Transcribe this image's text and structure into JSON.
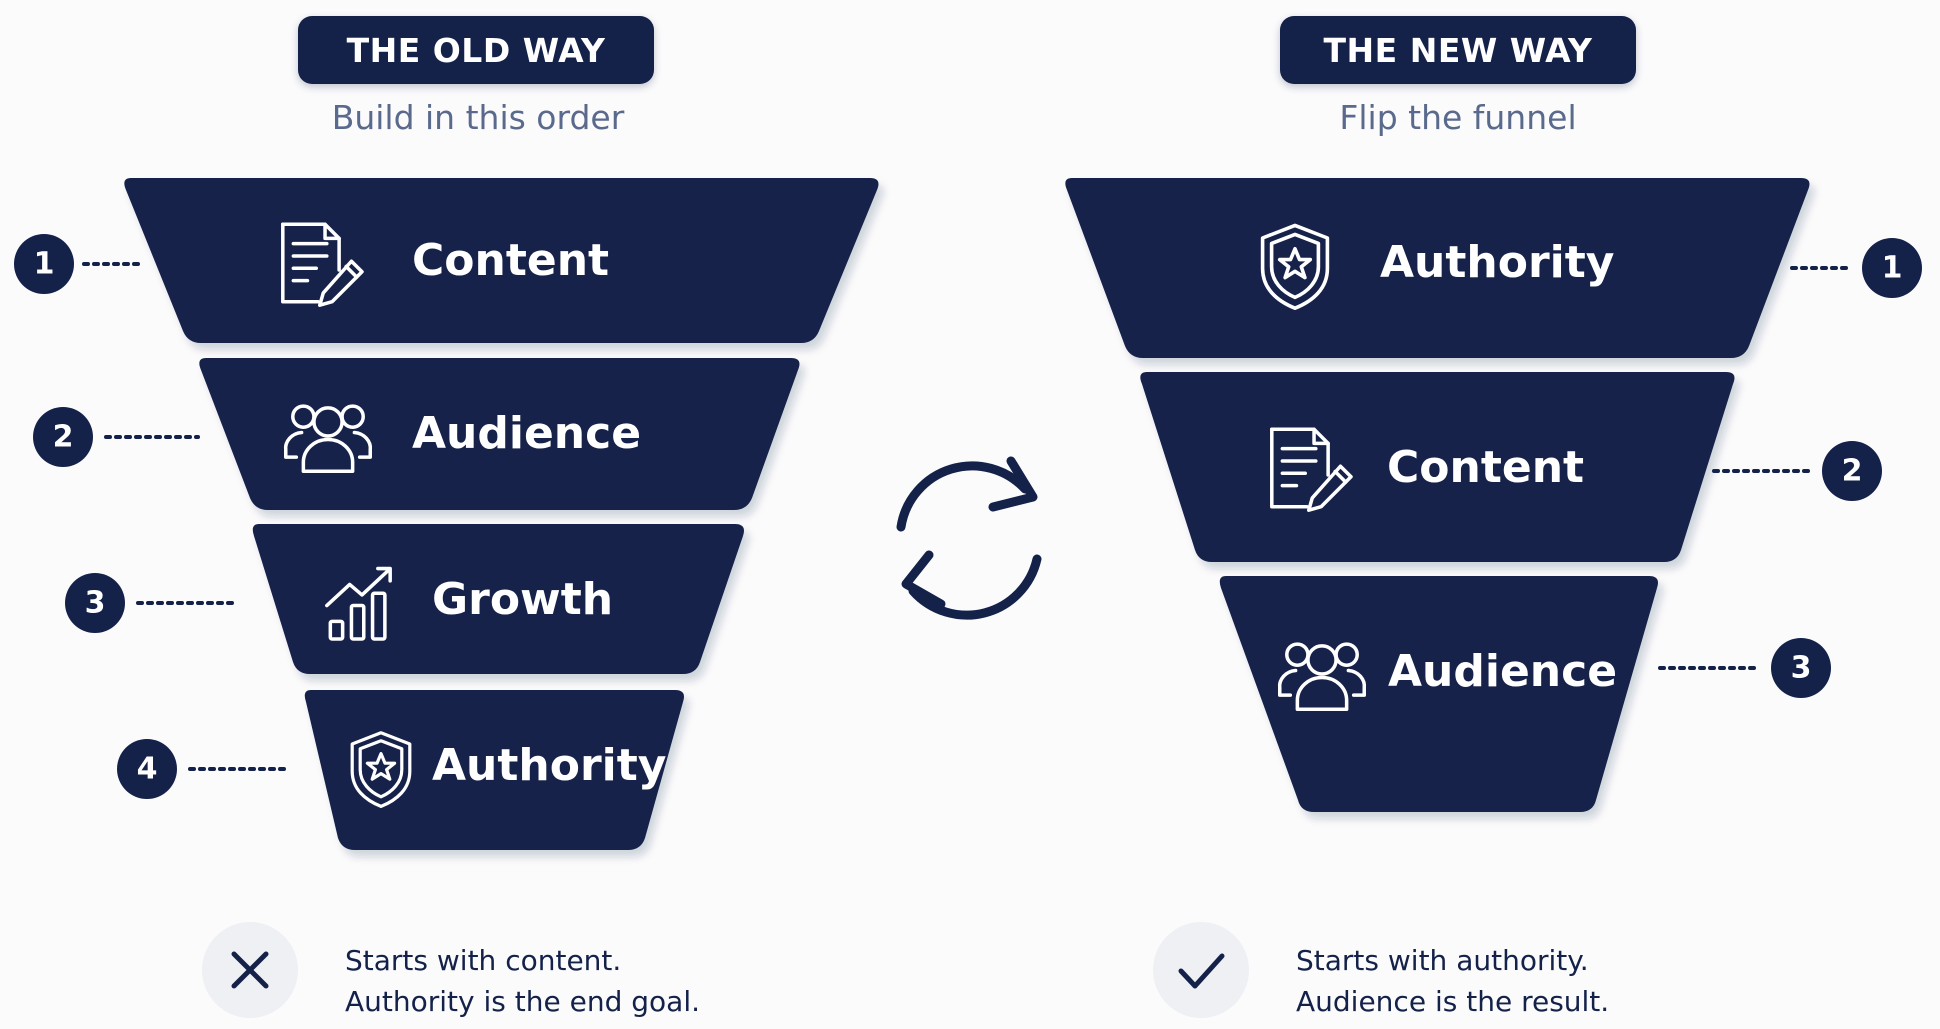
{
  "old_way": {
    "header": "THE OLD WAY",
    "subtitle": "Build in this order",
    "stages": [
      {
        "number": "1",
        "label": "Content",
        "icon": "document-edit-icon"
      },
      {
        "number": "2",
        "label": "Audience",
        "icon": "people-icon"
      },
      {
        "number": "3",
        "label": "Growth",
        "icon": "growth-chart-icon"
      },
      {
        "number": "4",
        "label": "Authority",
        "icon": "shield-star-icon"
      }
    ],
    "footer_icon": "x-icon",
    "footer_lines": [
      "Starts with content.",
      "Authority is the end goal."
    ]
  },
  "new_way": {
    "header": "THE NEW WAY",
    "subtitle": "Flip the funnel",
    "stages": [
      {
        "number": "1",
        "label": "Authority",
        "icon": "shield-star-icon"
      },
      {
        "number": "2",
        "label": "Content",
        "icon": "document-edit-icon"
      },
      {
        "number": "3",
        "label": "Audience",
        "icon": "people-icon"
      }
    ],
    "footer_icon": "check-icon",
    "footer_lines": [
      "Starts with authority.",
      "Audience is the result."
    ]
  },
  "center_icon": "swap-cycle-icon",
  "colors": {
    "navy": "#14224a",
    "background": "#fbfbfc",
    "subtitle": "#5a6a8c",
    "badge_circle": "#eef0f4"
  }
}
